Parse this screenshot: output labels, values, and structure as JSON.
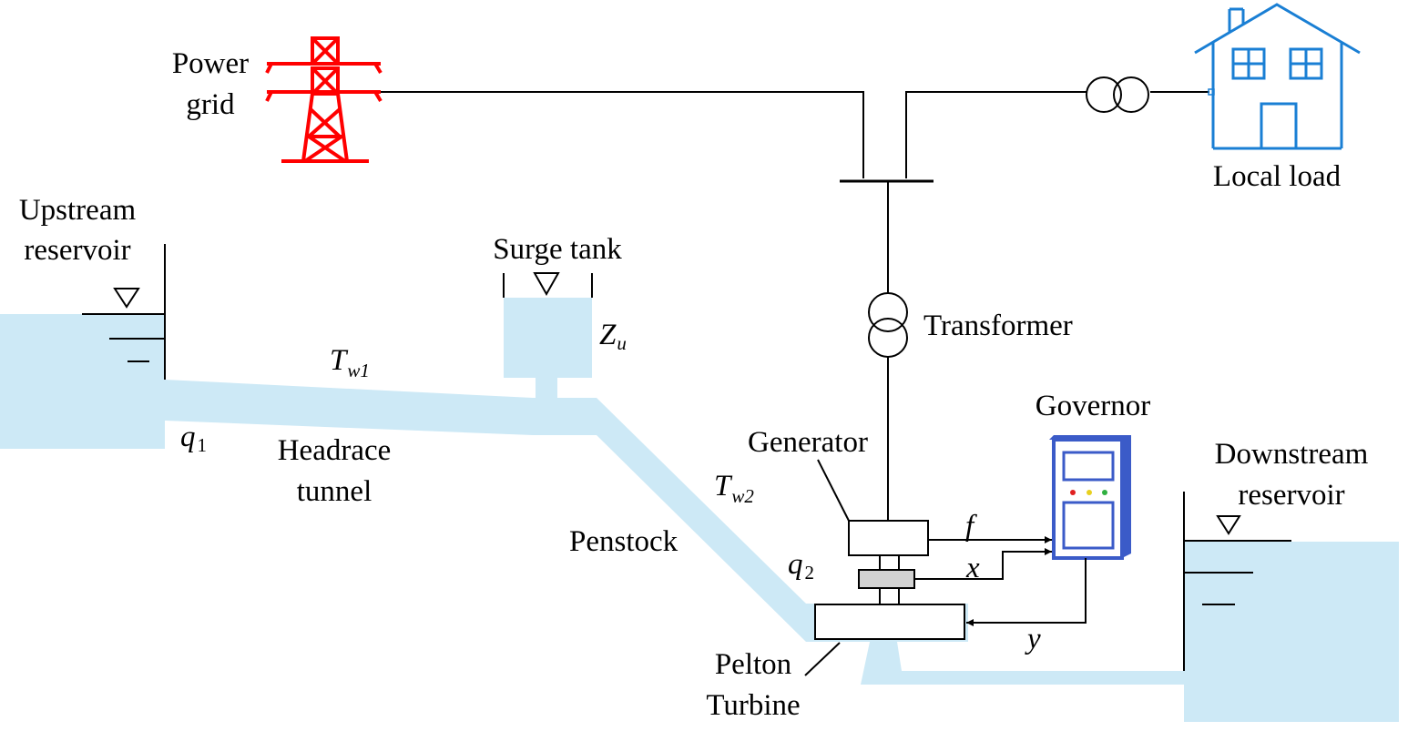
{
  "labels": {
    "power_grid_line1": "Power",
    "power_grid_line2": "grid",
    "local_load": "Local load",
    "upstream_line1": "Upstream",
    "upstream_line2": "reservoir",
    "surge_tank": "Surge tank",
    "zu_main": "Z",
    "zu_sub": "u",
    "transformer": "Transformer",
    "tw1_main": "T",
    "tw1_sub": "w1",
    "governor": "Governor",
    "q1_main": "q",
    "q1_sub": "1",
    "headrace_line1": "Headrace",
    "headrace_line2": "tunnel",
    "generator": "Generator",
    "downstream_line1": "Downstream",
    "downstream_line2": "reservoir",
    "tw2_main": "T",
    "tw2_sub": "w2",
    "f": "f",
    "penstock": "Penstock",
    "q2_main": "q",
    "q2_sub": "2",
    "x": "x",
    "y": "y",
    "pelton_line1": "Pelton",
    "pelton_line2": "Turbine"
  },
  "colors": {
    "water": "#cde9f6",
    "tower": "#ff0000",
    "house": "#1a7fd4",
    "governor": "#3b5bc8",
    "coupling": "#d3d3d3",
    "led_red": "#e02020",
    "led_yellow": "#e8d020",
    "led_green": "#30b040"
  }
}
